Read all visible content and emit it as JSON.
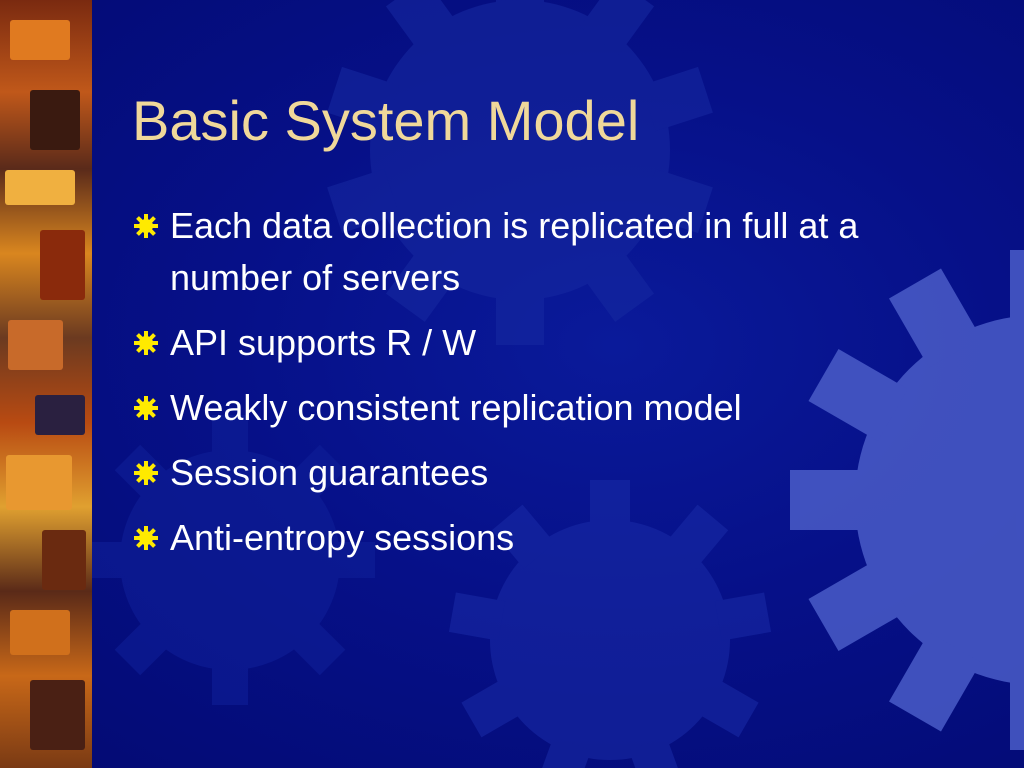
{
  "slide": {
    "title": "Basic System Model",
    "bullets": [
      "Each data collection is replicated in full at a number of servers",
      "API supports R / W",
      "Weakly consistent replication model",
      "Session guarantees",
      "Anti-entropy sessions"
    ]
  },
  "colors": {
    "background": "#061088",
    "title": "#f0d89a",
    "body_text": "#ffffff",
    "bullet": "#ffea00",
    "gear": "#3a4cc0"
  },
  "icons": {
    "bullet": "gear-bullet-icon",
    "background_decoration": "gear-icon"
  }
}
